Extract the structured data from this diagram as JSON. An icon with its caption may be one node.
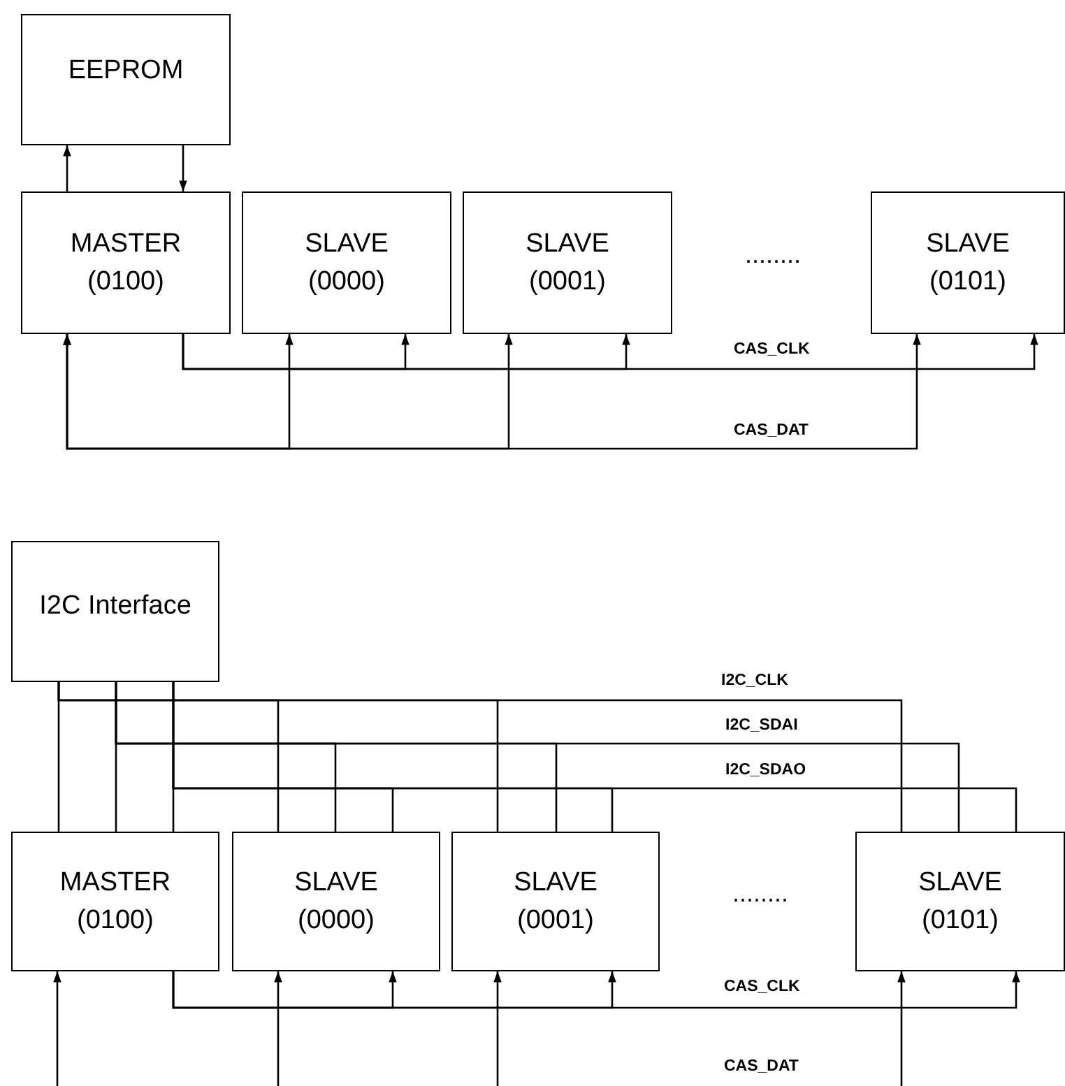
{
  "diagram": {
    "nodes": [
      {
        "text": [
          "EEPROM"
        ]
      },
      {
        "text": [
          "MASTER (0100)"
        ]
      },
      {
        "text": [
          "SLAVE (0000)"
        ]
      },
      {
        "text": [
          "SLAVE (0001)"
        ]
      },
      {
        "text": [
          "SLAVE (0101)"
        ]
      },
      {
        "text": [
          "I2C Interface"
        ]
      },
      {
        "text": [
          "MASTER (0100)"
        ]
      },
      {
        "text": [
          "SLAVE (0000)"
        ]
      },
      {
        "text": [
          "SLAVE (0001)"
        ]
      },
      {
        "text": [
          "SLAVE (0101)"
        ]
      }
    ],
    "edges": [
      {
        "from": 1,
        "to": 0,
        "arrow": "to"
      },
      {
        "from": 0,
        "to": 1,
        "arrow": "to"
      },
      {
        "from": 1,
        "to": 2,
        "arrow": "to"
      },
      {
        "from": 1,
        "to": 3,
        "arrow": "to"
      },
      {
        "from": 1,
        "to": 4,
        "arrow": "to"
      },
      {
        "from": 1,
        "to": 2,
        "arrow": "both"
      },
      {
        "from": 1,
        "to": 3,
        "arrow": "both"
      },
      {
        "from": 1,
        "to": 4,
        "arrow": "both"
      },
      {
        "from": 5,
        "to": 6,
        "arrow": "none"
      },
      {
        "from": 5,
        "to": 7,
        "arrow": "none"
      },
      {
        "from": 5,
        "to": 8,
        "arrow": "none"
      },
      {
        "from": 5,
        "to": 9,
        "arrow": "none"
      },
      {
        "from": 5,
        "to": 6,
        "arrow": "none"
      },
      {
        "from": 5,
        "to": 7,
        "arrow": "none"
      },
      {
        "from": 5,
        "to": 8,
        "arrow": "none"
      },
      {
        "from": 5,
        "to": 9,
        "arrow": "none"
      },
      {
        "from": 5,
        "to": 6,
        "arrow": "none"
      },
      {
        "from": 5,
        "to": 7,
        "arrow": "none"
      },
      {
        "from": 5,
        "to": 8,
        "arrow": "none"
      },
      {
        "from": 5,
        "to": 9,
        "arrow": "none"
      },
      {
        "from": 6,
        "to": 7,
        "arrow": "to"
      },
      {
        "from": 6,
        "to": 8,
        "arrow": "to"
      },
      {
        "from": 6,
        "to": 9,
        "arrow": "to"
      },
      {
        "from": null,
        "to": 6,
        "arrow": "to"
      },
      {
        "from": null,
        "to": 7,
        "arrow": "to"
      },
      {
        "from": null,
        "to": 8,
        "arrow": "to"
      },
      {
        "from": null,
        "to": 9,
        "arrow": "to"
      }
    ],
    "labels": [
      "........",
      "CAS_CLK",
      "CAS_DAT",
      "I2C_CLK",
      "I2C_SDAI",
      "I2C_SDAO",
      "........",
      "CAS_CLK",
      "CAS_DAT"
    ]
  }
}
